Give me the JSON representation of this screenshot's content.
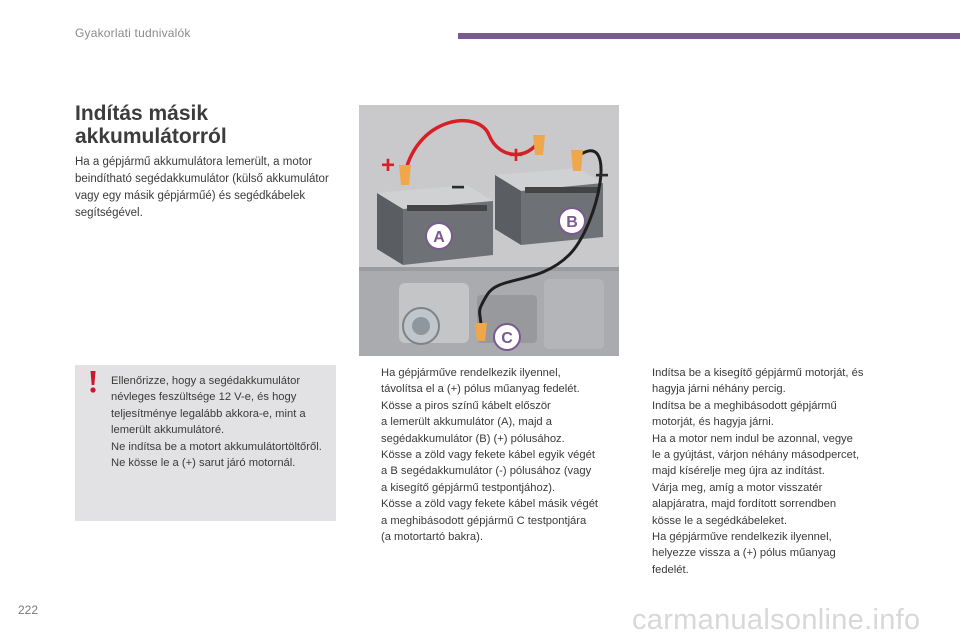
{
  "header": {
    "title": "Gyakorlati tudnivalók",
    "accent_color": "#7a5a8f"
  },
  "section": {
    "title_line1": "Indítás másik",
    "title_line2": "akkumulátorról",
    "intro": "Ha a gépjármű akkumulátora lemerült, a motor beindítható segédakkumulátor (külső akkumulátor vagy egy másik gépjárműé) és segédkábelek segítségével."
  },
  "warning": {
    "icon": "exclamation-icon",
    "lines": [
      "Ellenőrizze, hogy a segédakkumulátor névleges feszültsége 12 V-e, és hogy teljesítménye legalább akkora-e, mint a lemerült akkumulátoré.",
      "Ne indítsa be a motort akkumulátortöltőről.",
      "Ne kösse le a (+) sarut járó motornál."
    ]
  },
  "illustration": {
    "labels": {
      "a": "A",
      "b": "B",
      "c": "C"
    },
    "plus": "+",
    "minus": "−"
  },
  "steps_left": [
    {
      "bullet": "",
      "lines": [
        "Ha gépjárműve rendelkezik ilyennel,",
        "távolítsa el a (+) pólus műanyag fedelét."
      ]
    },
    {
      "bullet": "",
      "lines": [
        "Kösse a piros színű kábelt először",
        "a lemerült akkumulátor (A), majd a",
        "segédakkumulátor (B) (+) pólusához."
      ]
    },
    {
      "bullet": "",
      "lines": [
        "Kösse a zöld vagy fekete kábel egyik végét",
        "a B segédakkumulátor (-) pólusához (vagy",
        "a kisegítő gépjármű testpontjához)."
      ]
    },
    {
      "bullet": "",
      "lines": [
        "Kösse a zöld vagy fekete kábel másik végét",
        "a meghibásodott gépjármű C testpontjára",
        "(a motortartó bakra)."
      ]
    }
  ],
  "steps_right": [
    {
      "bullet": "",
      "lines": [
        "Indítsa be a kisegítő gépjármű motorját, és",
        "hagyja járni néhány percig."
      ]
    },
    {
      "bullet": "",
      "lines": [
        "Indítsa be a meghibásodott gépjármű",
        "motorját, és hagyja járni.",
        "Ha a motor nem indul be azonnal, vegye",
        "le a gyújtást, várjon néhány másodpercet,",
        "majd kísérelje meg újra az indítást."
      ]
    },
    {
      "bullet": "",
      "lines": [
        "Várja meg, amíg a motor visszatér",
        "alapjáratra, majd fordított sorrendben",
        "kösse le a segédkábeleket."
      ]
    },
    {
      "bullet": "",
      "lines": [
        "Ha gépjárműve rendelkezik ilyennel,",
        "helyezze vissza a (+) pólus műanyag",
        "fedelét."
      ]
    }
  ],
  "footer": {
    "page_number": "222",
    "watermark": "carmanualsonline.info"
  }
}
